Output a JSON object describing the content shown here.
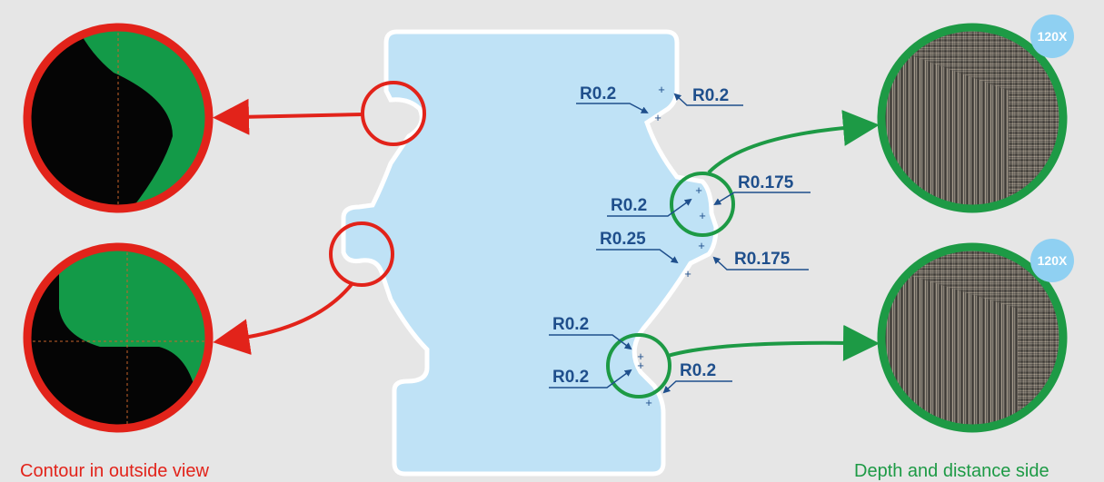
{
  "colors": {
    "background": "#e6e6e6",
    "part_fill": "#bfe2f6",
    "part_outline": "#ffffff",
    "red": "#e2231a",
    "green": "#1d9a45",
    "dim_blue": "#1f4f8c",
    "badge": "#8fd0f2"
  },
  "radius_labels": {
    "r1": "R0.2",
    "r2": "R0.2",
    "r3": "R0.175",
    "r4": "R0.2",
    "r5": "R0.25",
    "r6": "R0.175",
    "r7": "R0.2",
    "r8": "R0.2",
    "r9": "R0.2"
  },
  "magnification": {
    "top": "120X",
    "bottom": "120X"
  },
  "captions": {
    "left": "Contour in outside view",
    "right": "Depth and distance side"
  }
}
